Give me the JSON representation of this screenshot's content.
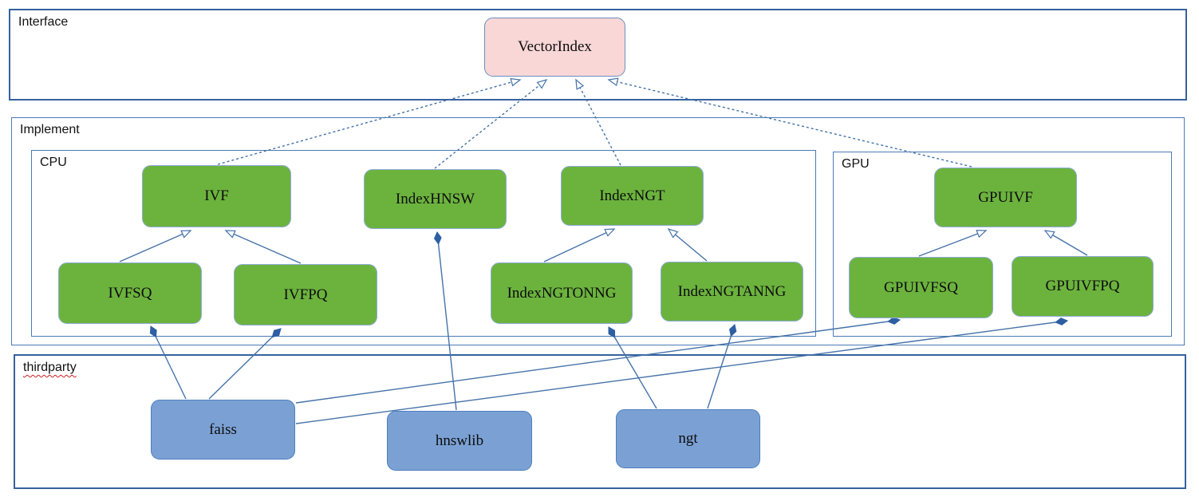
{
  "diagram": {
    "containers": {
      "interface": {
        "label": "Interface"
      },
      "implement": {
        "label": "Implement"
      },
      "cpu": {
        "label": "CPU"
      },
      "gpu": {
        "label": "GPU"
      },
      "thirdparty": {
        "label": "thirdparty"
      }
    },
    "nodes": [
      {
        "id": "VectorIndex",
        "label": "VectorIndex",
        "kind": "interface"
      },
      {
        "id": "IVF",
        "label": "IVF",
        "kind": "impl"
      },
      {
        "id": "IndexHNSW",
        "label": "IndexHNSW",
        "kind": "impl"
      },
      {
        "id": "IndexNGT",
        "label": "IndexNGT",
        "kind": "impl"
      },
      {
        "id": "GPUIVF",
        "label": "GPUIVF",
        "kind": "impl"
      },
      {
        "id": "IVFSQ",
        "label": "IVFSQ",
        "kind": "impl"
      },
      {
        "id": "IVFPQ",
        "label": "IVFPQ",
        "kind": "impl"
      },
      {
        "id": "IndexNGTONNG",
        "label": "IndexNGTONNG",
        "kind": "impl"
      },
      {
        "id": "IndexNGTANNG",
        "label": "IndexNGTANNG",
        "kind": "impl"
      },
      {
        "id": "GPUIVFSQ",
        "label": "GPUIVFSQ",
        "kind": "impl"
      },
      {
        "id": "GPUIVFPQ",
        "label": "GPUIVFPQ",
        "kind": "impl"
      },
      {
        "id": "faiss",
        "label": "faiss",
        "kind": "thirdparty"
      },
      {
        "id": "hnswlib",
        "label": "hnswlib",
        "kind": "thirdparty"
      },
      {
        "id": "ngt",
        "label": "ngt",
        "kind": "thirdparty"
      }
    ],
    "edges": [
      {
        "from": "IVF",
        "to": "VectorIndex",
        "type": "realization"
      },
      {
        "from": "IndexHNSW",
        "to": "VectorIndex",
        "type": "realization"
      },
      {
        "from": "IndexNGT",
        "to": "VectorIndex",
        "type": "realization"
      },
      {
        "from": "GPUIVF",
        "to": "VectorIndex",
        "type": "realization"
      },
      {
        "from": "IVFSQ",
        "to": "IVF",
        "type": "generalization"
      },
      {
        "from": "IVFPQ",
        "to": "IVF",
        "type": "generalization"
      },
      {
        "from": "IndexNGTONNG",
        "to": "IndexNGT",
        "type": "generalization"
      },
      {
        "from": "IndexNGTANNG",
        "to": "IndexNGT",
        "type": "generalization"
      },
      {
        "from": "GPUIVFSQ",
        "to": "GPUIVF",
        "type": "generalization"
      },
      {
        "from": "GPUIVFPQ",
        "to": "GPUIVF",
        "type": "generalization"
      },
      {
        "from": "faiss",
        "to": "IVFSQ",
        "type": "composition"
      },
      {
        "from": "faiss",
        "to": "IVFPQ",
        "type": "composition"
      },
      {
        "from": "faiss",
        "to": "GPUIVFSQ",
        "type": "composition"
      },
      {
        "from": "faiss",
        "to": "GPUIVFPQ",
        "type": "composition"
      },
      {
        "from": "hnswlib",
        "to": "IndexHNSW",
        "type": "composition"
      },
      {
        "from": "ngt",
        "to": "IndexNGTONNG",
        "type": "composition"
      },
      {
        "from": "ngt",
        "to": "IndexNGTANNG",
        "type": "composition"
      }
    ],
    "colors": {
      "interface_fill": "#f9d7d7",
      "implement_fill": "#6cb33e",
      "thirdparty_fill": "#7ba1d4",
      "line": "#4472a8",
      "container_border": "#4a7ab5",
      "spellcheck_underline": "#cc1f1f"
    }
  }
}
